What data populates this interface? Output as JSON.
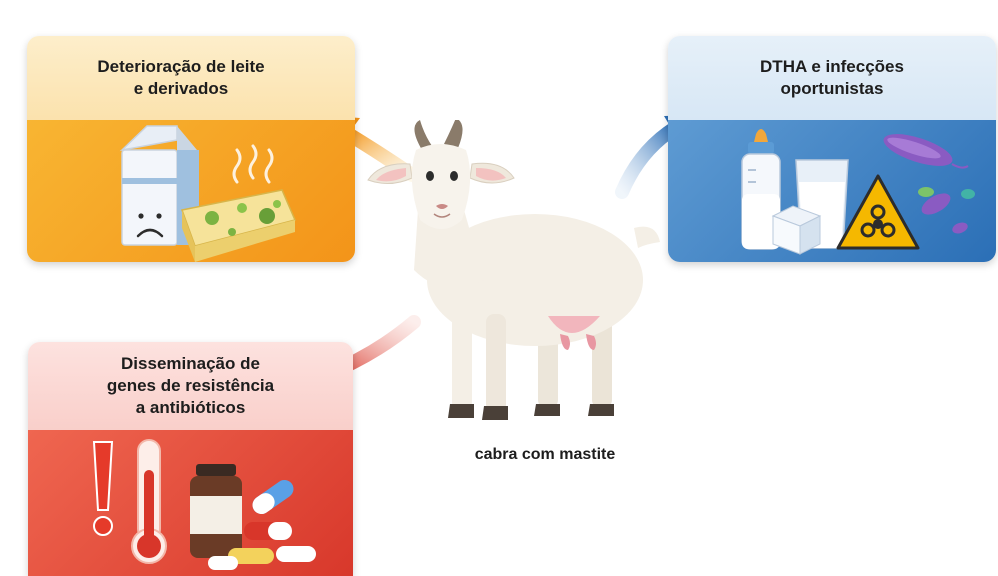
{
  "cards": {
    "milk": {
      "title": "Deterioração de leite\ne derivados",
      "color": "#f5a623"
    },
    "dtha": {
      "title": "DTHA e infecções\noportunistas",
      "color": "#3b7fc4"
    },
    "resistance": {
      "title": "Disseminação de\ngenes de resistência\na antibióticos",
      "color": "#e04a36"
    }
  },
  "center": {
    "caption": "cabra com mastite",
    "icon": "goat-icon"
  }
}
